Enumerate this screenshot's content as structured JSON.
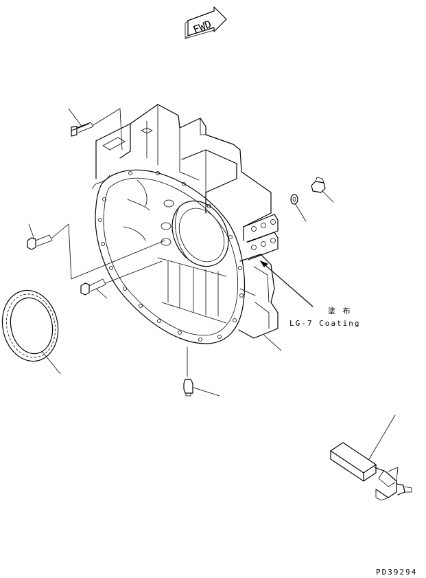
{
  "arrow_label": "FWD",
  "callout": {
    "line1": "塗 布",
    "line2": "LG-7 Coating"
  },
  "drawing_number": "PD39294"
}
